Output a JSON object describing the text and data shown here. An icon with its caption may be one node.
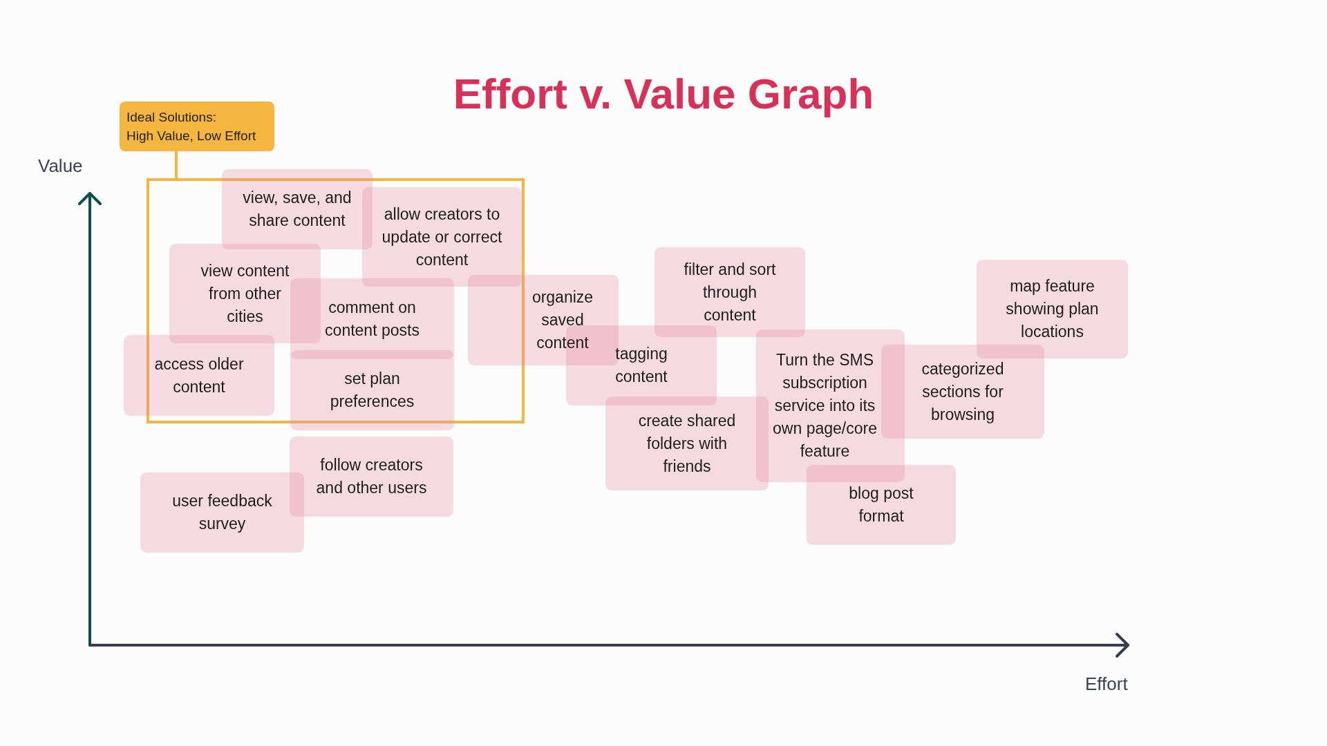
{
  "diagram": {
    "title": "Effort v. Value Graph",
    "nodes": [
      {
        "text": [
          "Ideal Solutions:",
          "High Value, Low Effort"
        ]
      },
      {
        "text": [],
        "shape": "box"
      },
      {
        "text": [
          "view, save, and share content"
        ]
      },
      {
        "text": [
          "allow creators to update or correct content"
        ],
        "in": 1
      },
      {
        "text": [
          "view content from other cities"
        ],
        "in": 1
      },
      {
        "text": [
          "filter and sort through content"
        ]
      },
      {
        "text": [
          "map feature showing plan locations"
        ]
      },
      {
        "text": [
          "organize saved content"
        ]
      },
      {
        "text": [
          "comment on content posts"
        ],
        "in": 1
      },
      {
        "text": [
          "tagging content"
        ]
      },
      {
        "text": [
          "Turn the SMS subscription service into its own page/core feature"
        ]
      },
      {
        "text": [
          "access older content"
        ]
      },
      {
        "text": [
          "categorized sections for browsing"
        ]
      },
      {
        "text": [
          "set plan preferences"
        ]
      },
      {
        "text": [
          "create shared folders with friends"
        ]
      },
      {
        "text": [
          "follow creators and other users"
        ]
      },
      {
        "text": [
          "blog post format"
        ]
      },
      {
        "text": [
          "user feedback survey"
        ]
      }
    ],
    "edges": [
      {
        "from": 0,
        "to": 1,
        "arrow": "none"
      }
    ],
    "labels": [
      "Value",
      "Effort"
    ]
  }
}
